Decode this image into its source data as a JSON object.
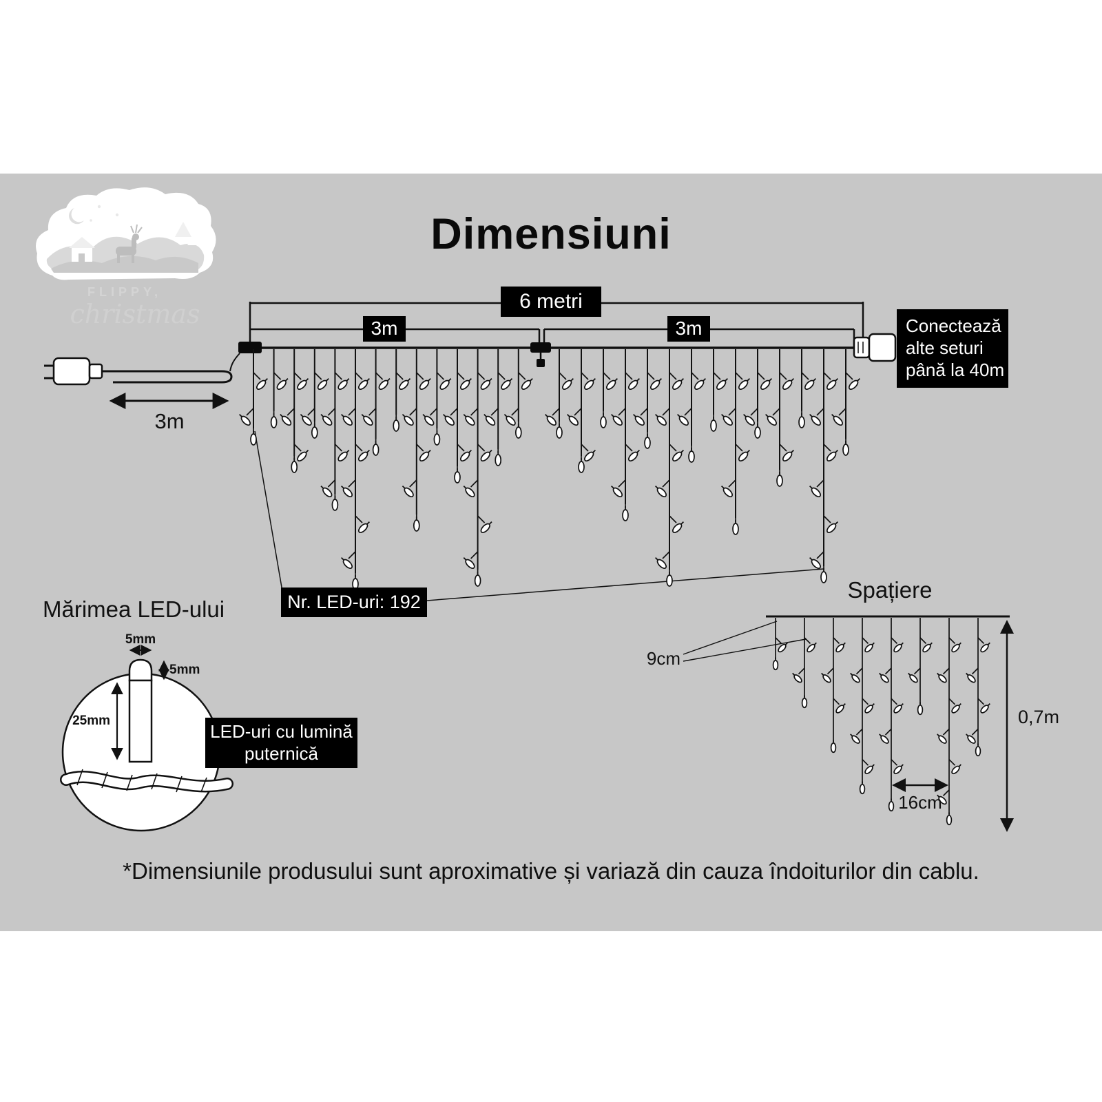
{
  "page": {
    "title": "Dimensiuni",
    "footnote": "*Dimensiunile produsului sunt aproximative și variază din cauza îndoiturilor din cablu."
  },
  "logo": {
    "brand": "FLIPPY,",
    "script": "christmas"
  },
  "main_diagram": {
    "total_span_label": "6 metri",
    "left_span_label": "3m",
    "right_span_label": "3m",
    "lead_span_label": "3m",
    "connect_note": {
      "line1": "Conectează",
      "line2": "alte seturi",
      "line3": "până la 40m"
    },
    "led_count_label": "Nr. LED-uri: 192",
    "left_strand_lengths": [
      115,
      90,
      155,
      105,
      210,
      325,
      130,
      95,
      240,
      115,
      170,
      320,
      145,
      105
    ],
    "right_strand_lengths": [
      105,
      155,
      90,
      225,
      120,
      320,
      140,
      95,
      245,
      105,
      175,
      90,
      315,
      130
    ]
  },
  "led_size": {
    "heading": "Mărimea LED-ului",
    "cap_width_label": "5mm",
    "cap_height_label": "5mm",
    "body_height_label": "25mm",
    "callout": {
      "line1": "LED-uri cu lumină",
      "line2": "puternică"
    }
  },
  "spacing": {
    "heading": "Spațiere",
    "start_gap_label": "9cm",
    "led_gap_label": "16cm",
    "drop_height_label": "0,7m",
    "strand_lengths": [
      55,
      110,
      175,
      235,
      260,
      120,
      280,
      180
    ]
  },
  "colors": {
    "band": "#c7c7c7",
    "ink": "#111111",
    "box_bg": "#000000",
    "box_text": "#ffffff"
  }
}
